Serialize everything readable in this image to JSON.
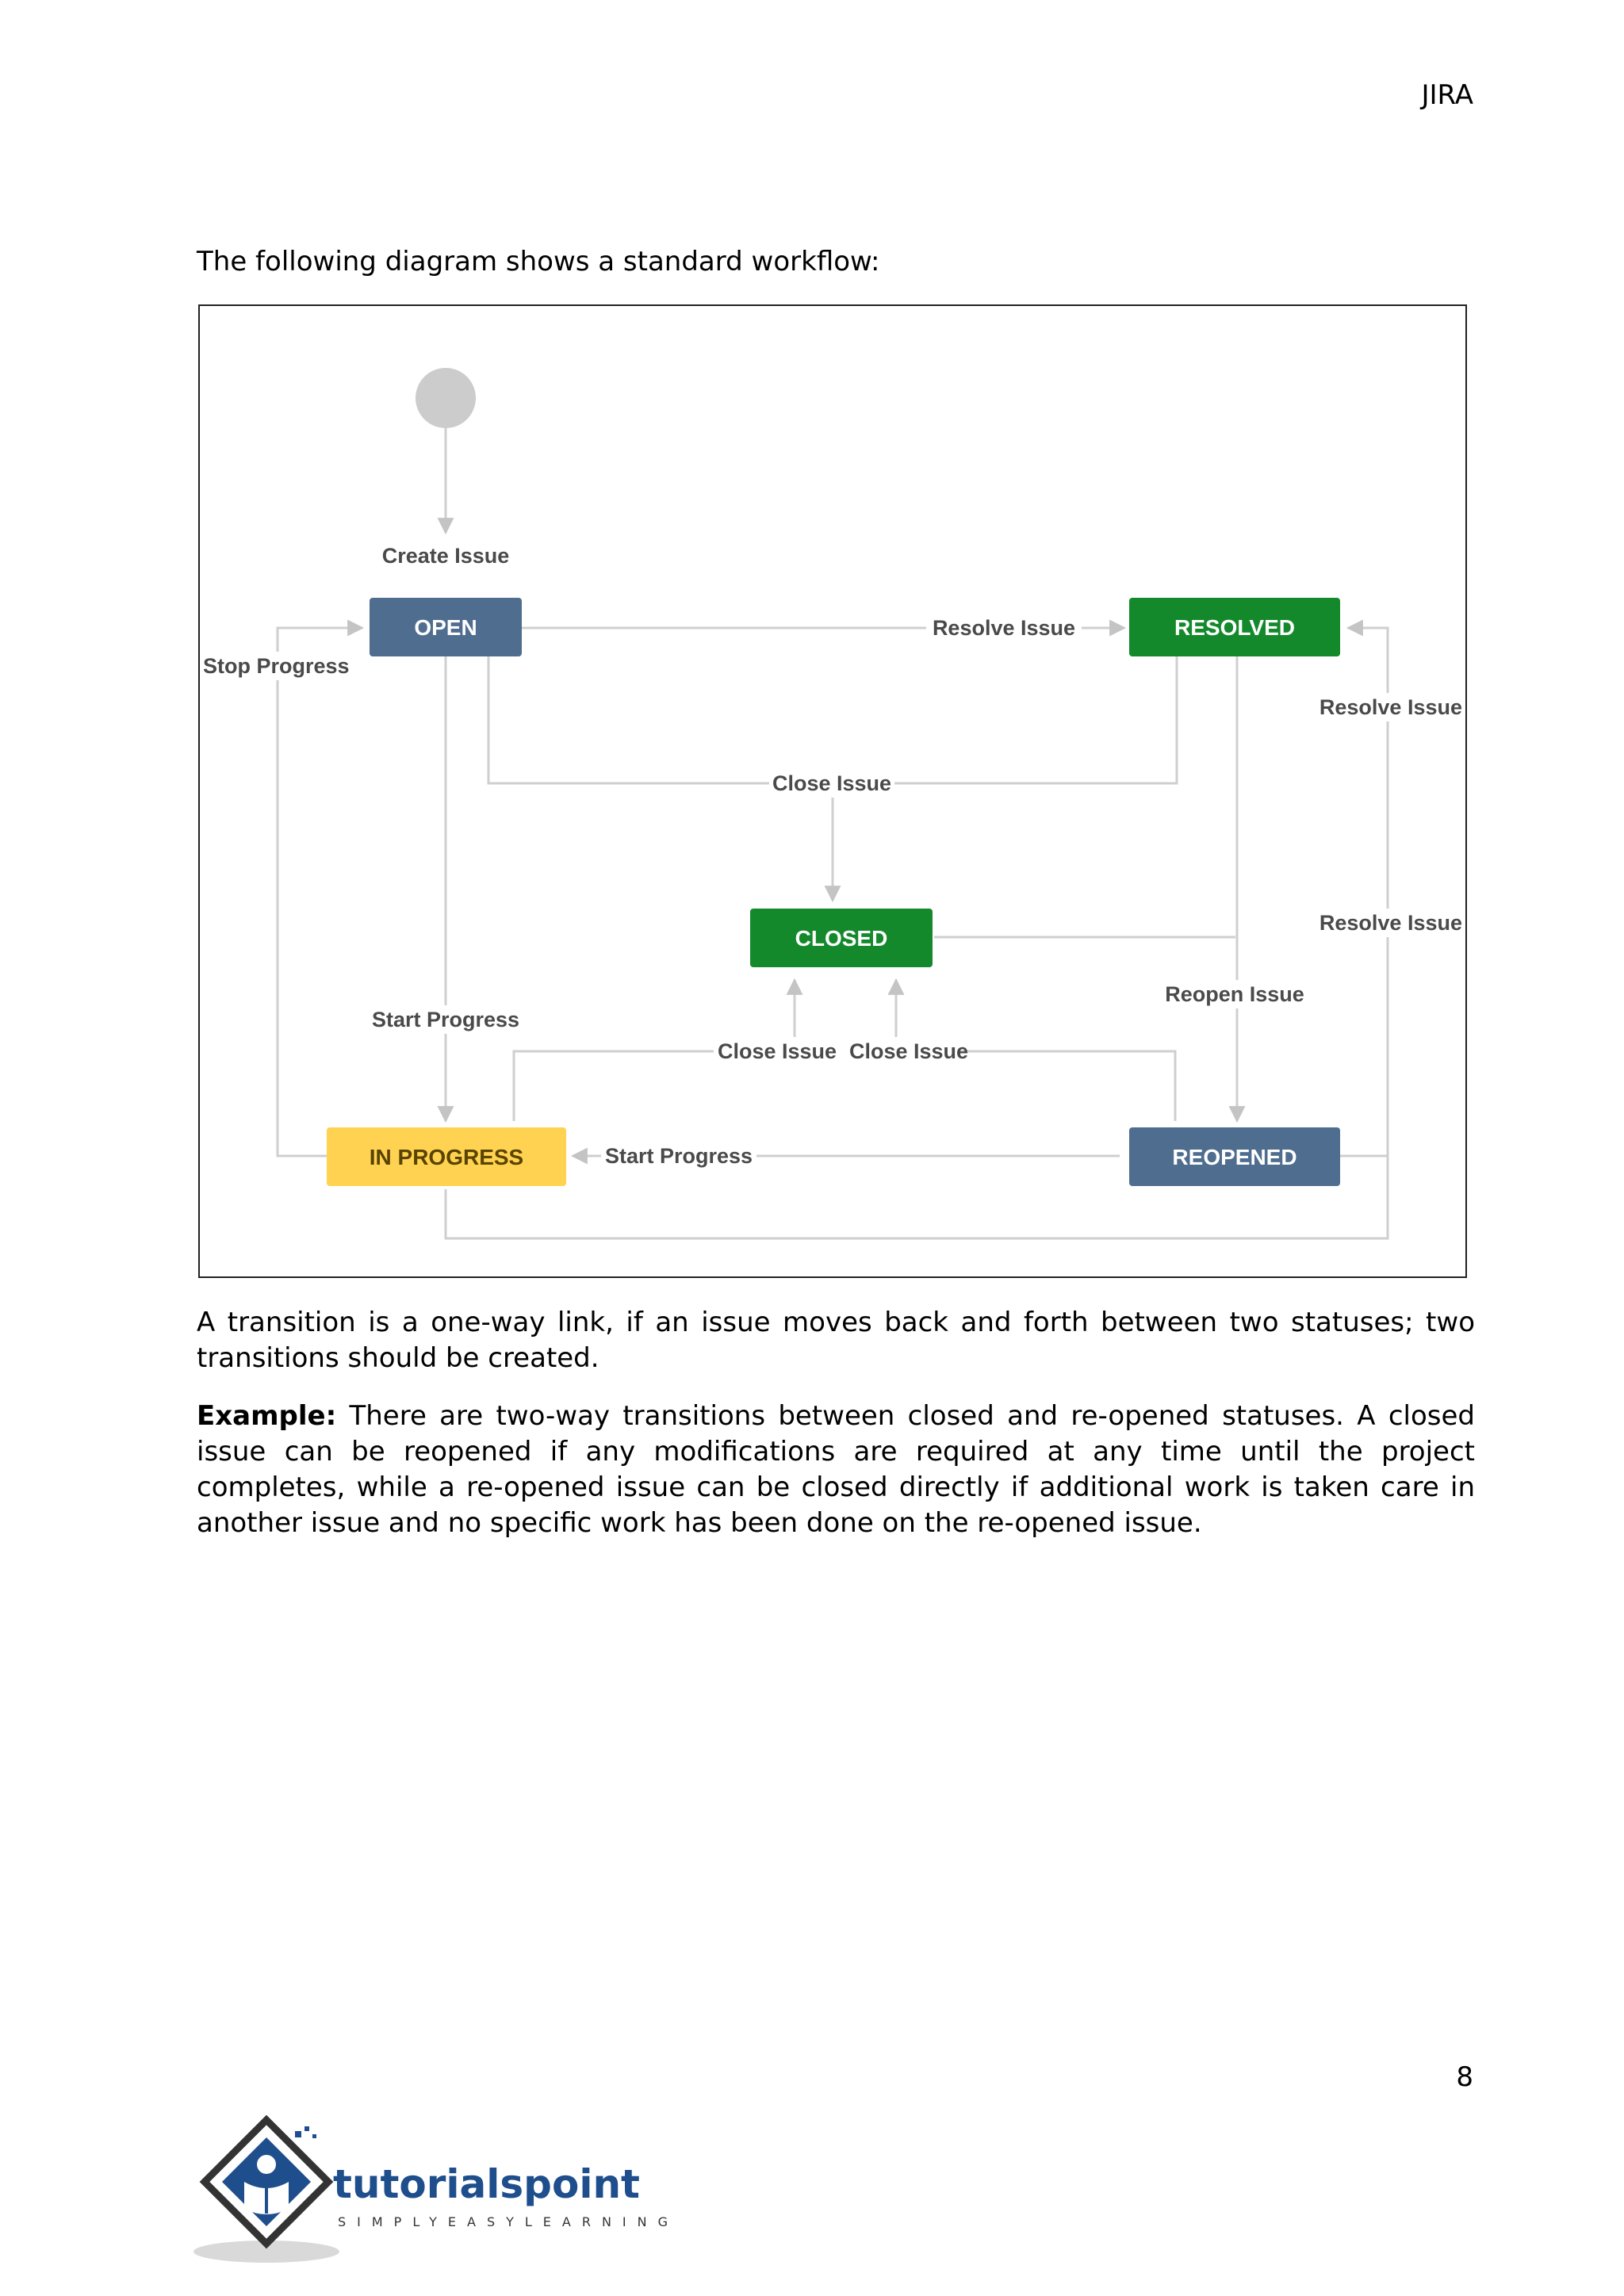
{
  "header": {
    "title": "JIRA"
  },
  "intro": "The following diagram shows a standard workflow:",
  "diagram": {
    "statuses": {
      "open": "OPEN",
      "resolved": "RESOLVED",
      "closed": "CLOSED",
      "in_progress": "IN PROGRESS",
      "reopened": "REOPENED"
    },
    "transitions": {
      "create_issue": "Create Issue",
      "resolve_issue_top": "Resolve Issue",
      "stop_progress": "Stop Progress",
      "resolve_issue_right_upper": "Resolve Issue",
      "close_issue_top": "Close Issue",
      "resolve_issue_right_lower": "Resolve Issue",
      "start_progress_left": "Start Progress",
      "reopen_issue": "Reopen Issue",
      "close_issue_left": "Close Issue",
      "close_issue_right": "Close Issue",
      "start_progress_bottom": "Start Progress"
    },
    "colors": {
      "open": "#4f6d8f",
      "resolved": "#14892c",
      "closed": "#14892c",
      "in_progress": "#ffd351",
      "reopened": "#4f6d8f",
      "start_node": "#cccccc",
      "line": "#cccccc"
    }
  },
  "paragraphs": {
    "p1": "A transition is a one-way link, if an issue moves back and forth between two statuses; two transitions should be created.",
    "p2_label": "Example:",
    "p2": " There are two-way transitions between closed and re-opened statuses. A closed issue can be reopened if any modifications are required at any time until the project completes, while a re-opened issue can be closed directly if additional work is taken care in another issue and no specific work has been done on the re-opened issue."
  },
  "footer": {
    "page_number": "8",
    "logo_name": "tutorialspoint",
    "logo_tagline": "SIMPLYEASYLEARNING"
  }
}
